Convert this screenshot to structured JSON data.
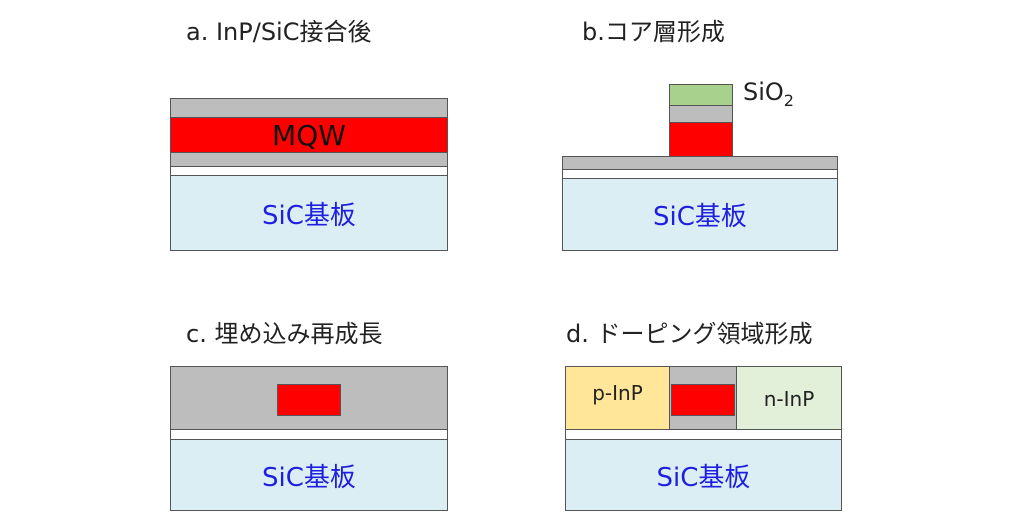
{
  "panels": {
    "a": {
      "title": "a. InP/SiC接合後",
      "mqw_label": "MQW",
      "substrate_label": "SiC基板"
    },
    "b": {
      "title": "b.コア層形成",
      "sio2_label": "SiO",
      "sio2_sub": "2",
      "substrate_label": "SiC基板"
    },
    "c": {
      "title": "c. 埋め込み再成長",
      "substrate_label": "SiC基板"
    },
    "d": {
      "title": "d. ドーピング領域形成",
      "p_label": "p-InP",
      "n_label": "n-InP",
      "substrate_label": "SiC基板"
    }
  },
  "colors": {
    "inp_layer": "#bdbdbd",
    "mqw": "#ff0000",
    "substrate": "#dbeef4",
    "substrate_text": "#1f1fe0",
    "sio2": "#a9d18e",
    "p_inp": "#ffe699",
    "n_inp": "#e2efd9"
  }
}
